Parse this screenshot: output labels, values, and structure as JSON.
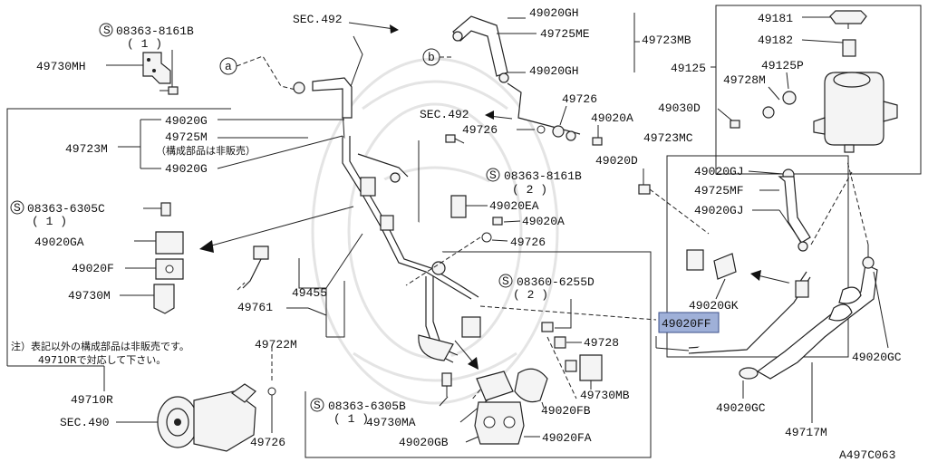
{
  "diagram": {
    "highlight_color": "#9fb0d8",
    "labels": {
      "sec492_top": "SEC.492",
      "screw_top": "08363-8161B",
      "screw_top_qty": "( 1 )",
      "p49730MH": "49730MH",
      "p49020GH_a": "49020GH",
      "p49725ME": "49725ME",
      "p49723MB": "49723MB",
      "p49020GH_b": "49020GH",
      "p49181": "49181",
      "p49182": "49182",
      "p49125": "49125",
      "p49125P": "49125P",
      "p49728M": "49728M",
      "p49020G_a": "49020G",
      "p49725M": "49725M",
      "note_nonsale": "（構成部品は非販売）",
      "p49723M": "49723M",
      "p49020G_b": "49020G",
      "sec492_mid": "SEC.492",
      "p49726_a": "49726",
      "p49726_b": "49726",
      "p49020A_a": "49020A",
      "p49030D": "49030D",
      "p49723MC": "49723MC",
      "p49020D": "49020D",
      "screw_mid": "08363-8161B",
      "screw_mid_qty": "( 2 )",
      "p49020GJ_a": "49020GJ",
      "p49725MF": "49725MF",
      "p49020GJ_b": "49020GJ",
      "screw_left": "08363-6305C",
      "screw_left_qty": "( 1 )",
      "p49020EA": "49020EA",
      "p49020A_b": "49020A",
      "p49726_c": "49726",
      "p49020GA": "49020GA",
      "p49020F": "49020F",
      "p49730M": "49730M",
      "p49455": "49455",
      "p49761": "49761",
      "screw_right": "08360-6255D",
      "screw_right_qty": "( 2 )",
      "p49020GK": "49020GK",
      "p49020FF": "49020FF",
      "p49722M": "49722M",
      "p49728": "49728",
      "p49730MB": "49730MB",
      "note_line1": "注）表記以外の構成部品は非販売です。",
      "note_line2": "49710Rで対応して下さい。",
      "p49710R": "49710R",
      "sec490": "SEC.490",
      "p49726_d": "49726",
      "screw_bottom": "08363-6305B",
      "screw_bottom_qty": "( 1 )",
      "p49730MA": "49730MA",
      "p49020FB": "49020FB",
      "p49020GB": "49020GB",
      "p49020FA": "49020FA",
      "p49020GC_a": "49020GC",
      "p49020GC_b": "49020GC",
      "p49717M": "49717M",
      "ref_code": "A497C063",
      "callout_a": "a",
      "callout_b": "b"
    }
  }
}
